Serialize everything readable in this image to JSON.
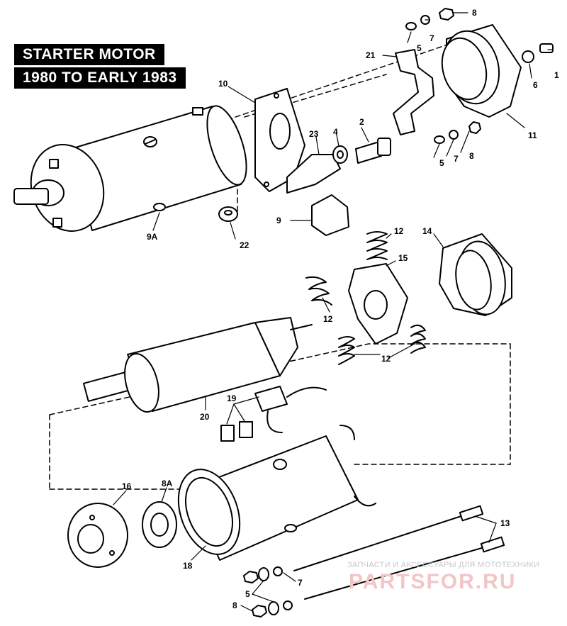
{
  "title": {
    "line1": "STARTER MOTOR",
    "line2": "1980 TO EARLY 1983"
  },
  "callouts": {
    "c1": "1",
    "c2": "2",
    "c4": "4",
    "c5a": "5",
    "c5b": "5",
    "c5c": "5",
    "c6": "6",
    "c7a": "7",
    "c7b": "7",
    "c7c": "7",
    "c8a": "8",
    "c8b": "8",
    "c8c": "8",
    "c8A": "8A",
    "c9": "9",
    "c9A": "9A",
    "c10": "10",
    "c11": "11",
    "c12a": "12",
    "c12b": "12",
    "c12c": "12",
    "c13": "13",
    "c14": "14",
    "c15": "15",
    "c16": "16",
    "c18": "18",
    "c19": "19",
    "c20": "20",
    "c21": "21",
    "c22": "22",
    "c23": "23"
  },
  "watermark": {
    "line1": "ЗАПЧАСТИ И АКСЕССУАРЫ ДЛЯ МОТОТЕХНИКИ",
    "line2": "PARTSFOR.RU"
  }
}
